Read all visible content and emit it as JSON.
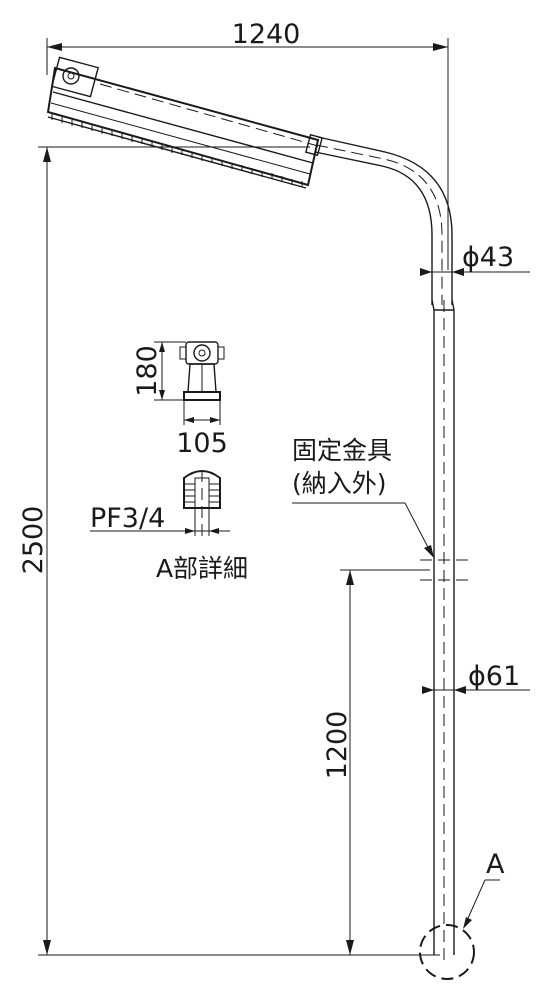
{
  "dimensions": {
    "overall_width": "1240",
    "overall_height": "2500",
    "mount_height": "1200",
    "upper_pipe_dia": "ϕ43",
    "lower_pipe_dia": "ϕ61",
    "fixture_height": "180",
    "fixture_width": "105",
    "thread": "PF3/4"
  },
  "labels": {
    "bracket_line1": "固定金具",
    "bracket_line2": "(納入外)",
    "detail_title": "A部詳細",
    "detail_marker": "A"
  }
}
